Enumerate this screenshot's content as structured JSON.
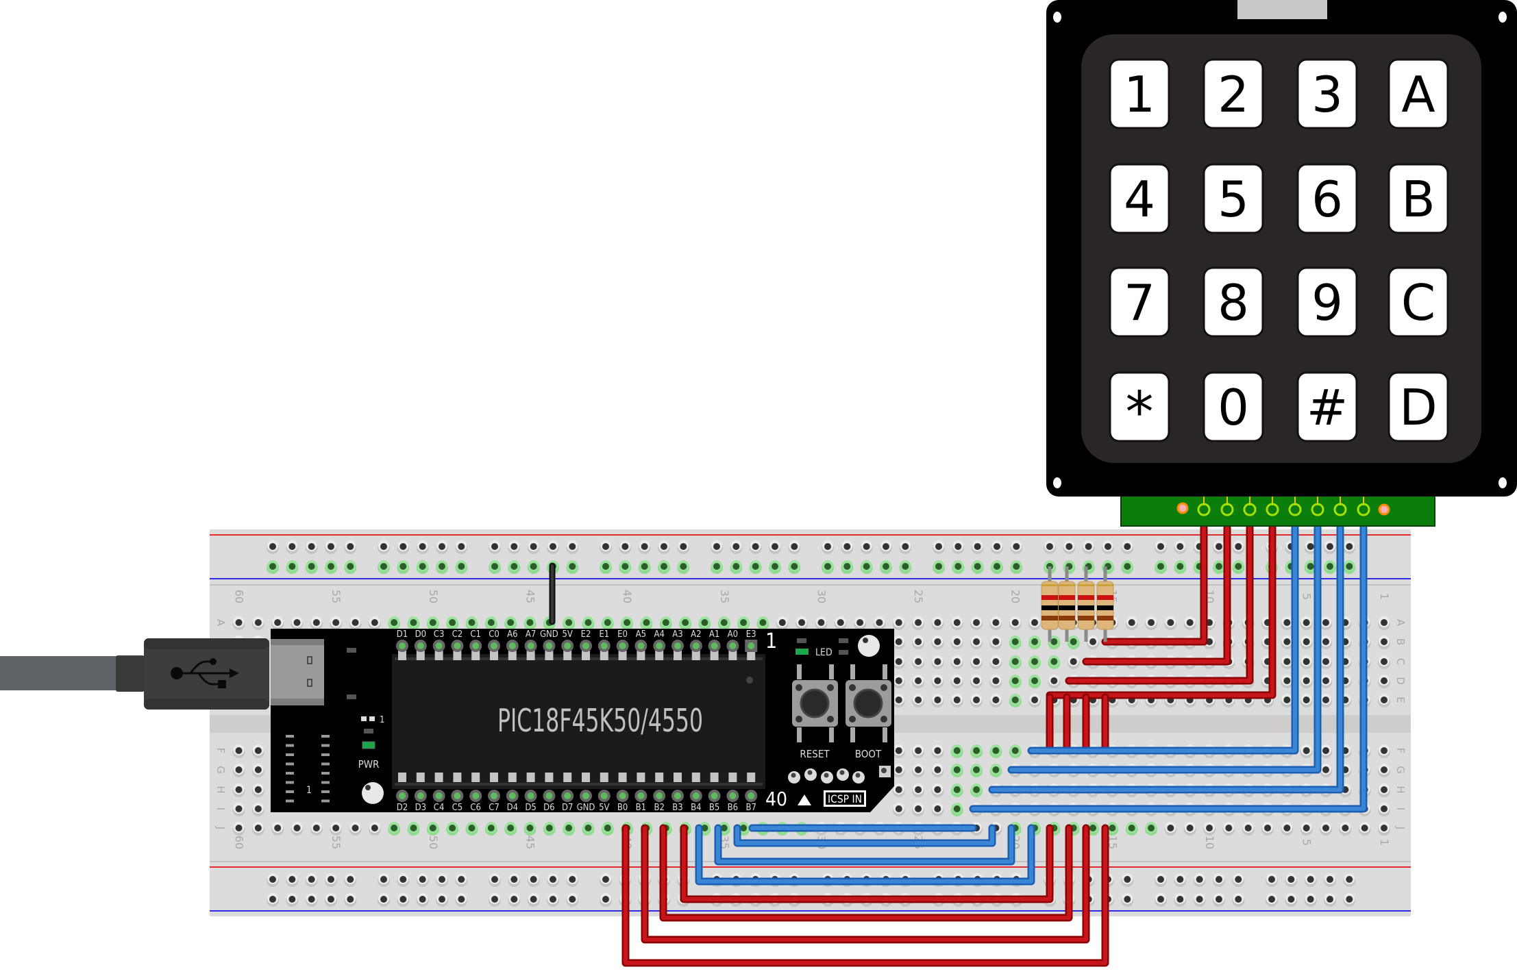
{
  "breadboard": {
    "row_letters_top": [
      "A",
      "B",
      "C",
      "D",
      "E"
    ],
    "row_letters_bottom": [
      "F",
      "G",
      "H",
      "I",
      "J"
    ],
    "column_numbers": [
      "1",
      "5",
      "10",
      "15",
      "20",
      "25",
      "30",
      "35",
      "40",
      "45",
      "50",
      "55",
      "60"
    ],
    "columns": 60,
    "rail_colors": {
      "positive": "#e32b2b",
      "negative": "#2b2be3"
    }
  },
  "board": {
    "chip_label": "PIC18F45K50/4550",
    "top_pins": [
      "D1",
      "D0",
      "C3",
      "C2",
      "C1",
      "C0",
      "A6",
      "A7",
      "GND",
      "5V",
      "E2",
      "E1",
      "E0",
      "A5",
      "A4",
      "A3",
      "A2",
      "A1",
      "A0",
      "E3"
    ],
    "bottom_pins": [
      "D2",
      "D3",
      "C4",
      "C5",
      "C6",
      "C7",
      "D4",
      "D5",
      "D6",
      "D7",
      "GND",
      "5V",
      "B0",
      "B1",
      "B2",
      "B3",
      "B4",
      "B5",
      "B6",
      "B7"
    ],
    "pin1_marker": "1",
    "pin40_marker": "40",
    "led_label": "LED",
    "pwr_label": "PWR",
    "reset_label": "RESET",
    "boot_label": "BOOT",
    "icsp_label": "ICSP IN",
    "jumper_marker": "1",
    "small_marker": "1"
  },
  "keypad": {
    "keys": [
      [
        "1",
        "2",
        "3",
        "A"
      ],
      [
        "4",
        "5",
        "6",
        "B"
      ],
      [
        "7",
        "8",
        "9",
        "C"
      ],
      [
        "*",
        "0",
        "#",
        "D"
      ]
    ],
    "connector_pins": 8
  },
  "usb": {
    "icon": "usb-icon"
  },
  "resistors": {
    "count": 4,
    "bands": [
      "#8b3a0a",
      "#000000",
      "#cc1111",
      "#c9a23a"
    ]
  },
  "colors": {
    "row_wire": "#c8151b",
    "col_wire": "#3a86d4",
    "gnd_wire": "#222222",
    "board": "#000000",
    "keypad_body": "#000000",
    "keypad_face": "#2a2626",
    "pcb": "#0a7d0a"
  }
}
